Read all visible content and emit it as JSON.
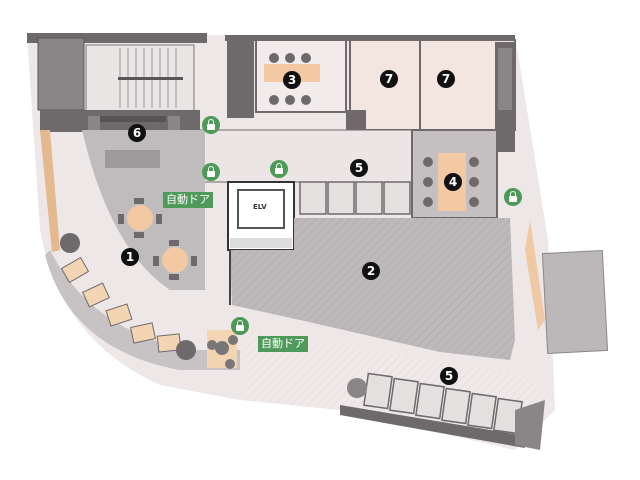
{
  "floorplan": {
    "title": "",
    "areas": [
      {
        "id": 1,
        "label": "1",
        "desc": "lounge seating area"
      },
      {
        "id": 2,
        "label": "2",
        "desc": "open hatched area"
      },
      {
        "id": 3,
        "label": "3",
        "desc": "meeting room"
      },
      {
        "id": 4,
        "label": "4",
        "desc": "meeting room"
      },
      {
        "id": 5,
        "label": "5",
        "desc": "booths (upper)"
      },
      {
        "id": 5,
        "label": "5",
        "desc": "booths (lower)"
      },
      {
        "id": 6,
        "label": "6",
        "desc": "counter"
      },
      {
        "id": 7,
        "label": "7",
        "desc": "restroom left"
      },
      {
        "id": 7,
        "label": "7",
        "desc": "restroom right"
      }
    ],
    "auto_door_label_1": "自動ドア",
    "auto_door_label_2": "自動ドア",
    "elevator_label": "ELV",
    "colors": {
      "wall": "#6e6a6c",
      "floor_light": "#ece6e6",
      "floor_gray": "#bdbabb",
      "hatched": "#b9b6b6",
      "wood": "#f3c9a4",
      "lock_green": "#4d9a58"
    }
  }
}
